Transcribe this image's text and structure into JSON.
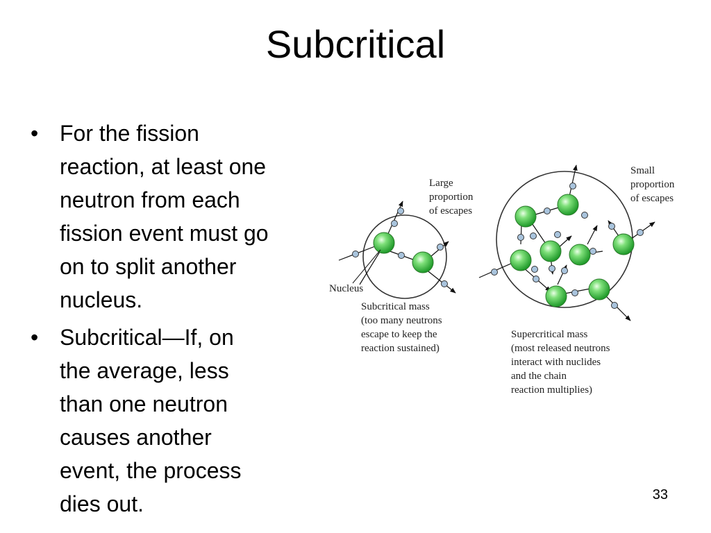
{
  "slide": {
    "title": "Subcritical",
    "bullets": [
      {
        "marker": "•",
        "text": "For the fission\nreaction, at least one\nneutron from each\nfission event must go\non to split another\nnucleus."
      },
      {
        "marker": "•",
        "text": "Subcritical―If, on\nthe average, less\nthan one neutron\ncauses another\nevent, the process\ndies out."
      }
    ],
    "page_number": "33"
  },
  "figure": {
    "labels": {
      "large_escapes": "Large\nproportion\nof escapes",
      "small_escapes": "Small\nproportion\nof escapes",
      "nucleus": "Nucleus",
      "subcritical_caption": "Subcritical mass\n(too many neutrons\nescape to keep the\nreaction sustained)",
      "supercritical_caption": "Supercritical mass\n(most released neutrons\ninteract with nuclides\nand the chain\nreaction multiplies)"
    },
    "colors": {
      "nucleus_fill": "#3cc43c",
      "neutron_fill": "#a9c4dd",
      "outline": "#333333"
    }
  }
}
